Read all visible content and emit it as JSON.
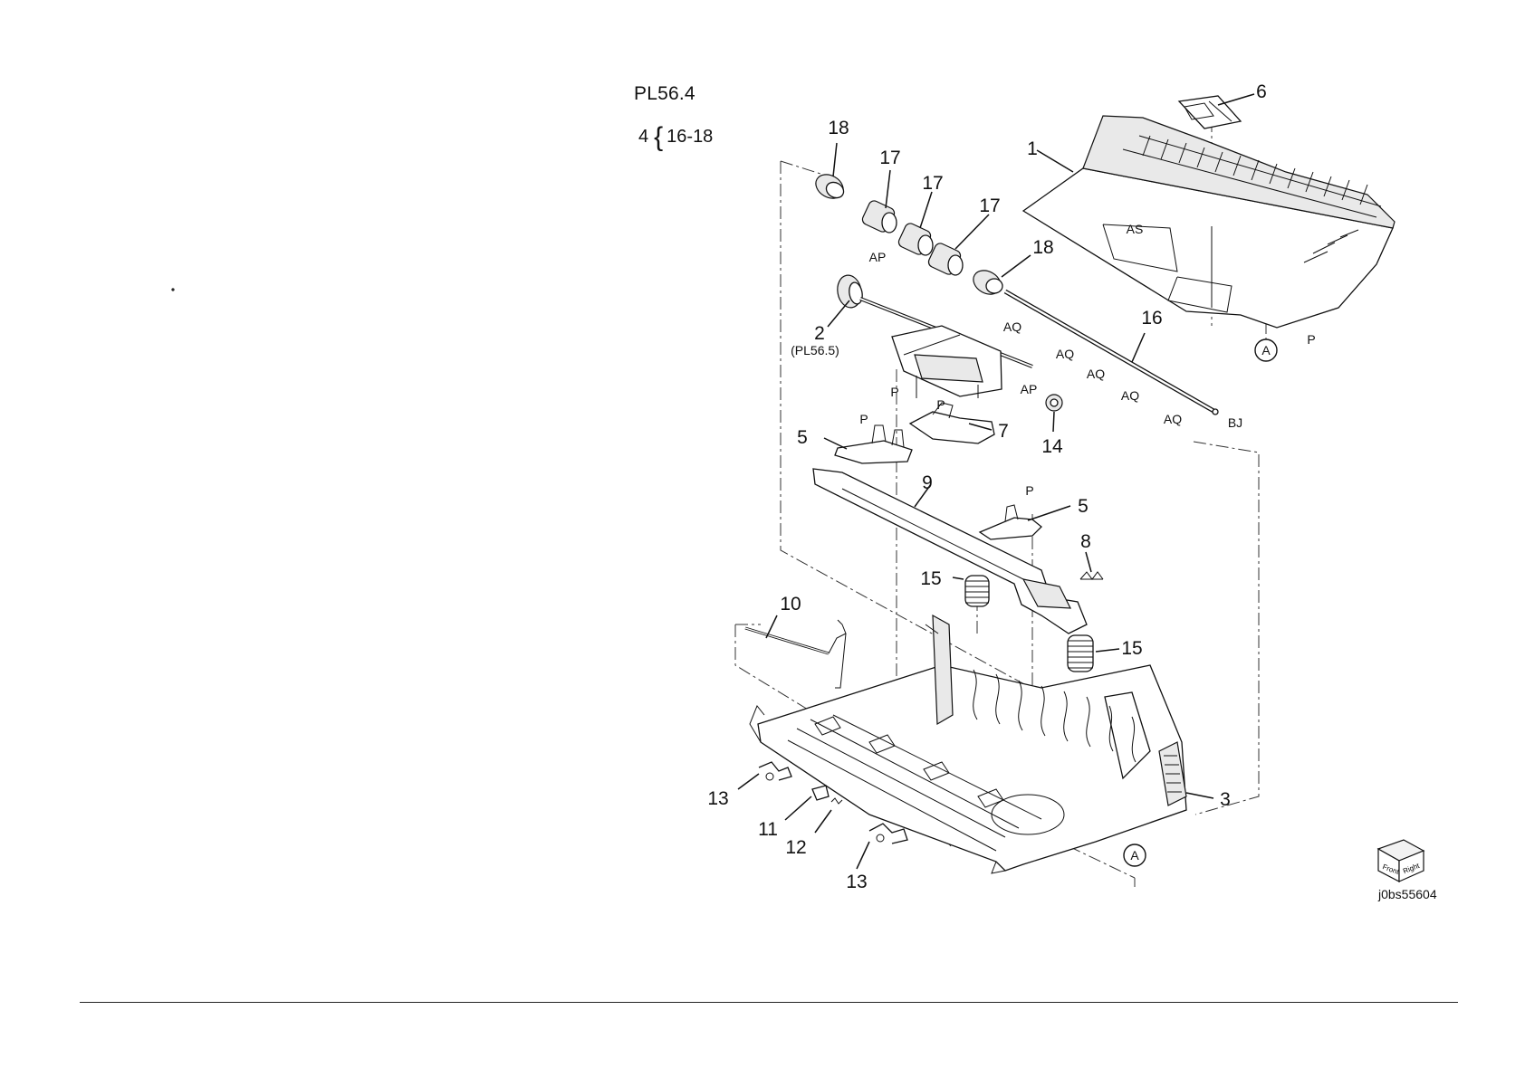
{
  "plate_id": "PL56.4",
  "kit_note": {
    "item": "4",
    "range": "16-18"
  },
  "image_id": "j0bs55604",
  "orientation_icon_labels": [
    "Front",
    "Right"
  ],
  "callouts": {
    "c1": "1",
    "c2": "2",
    "c2_ref": "(PL56.5)",
    "c3": "3",
    "c5a": "5",
    "c5b": "5",
    "c6": "6",
    "c7": "7",
    "c8": "8",
    "c9": "9",
    "c10": "10",
    "c11": "11",
    "c12": "12",
    "c13a": "13",
    "c13b": "13",
    "c14": "14",
    "c15a": "15",
    "c15b": "15",
    "c16": "16",
    "c17a": "17",
    "c17b": "17",
    "c17c": "17",
    "c18a": "18",
    "c18b": "18"
  },
  "reference_marks": {
    "as": "AS",
    "ap1": "AP",
    "ap2": "AP",
    "aq1": "AQ",
    "aq2": "AQ",
    "aq3": "AQ",
    "aq4": "AQ",
    "aq5": "AQ",
    "bj": "BJ",
    "p1": "P",
    "p2": "P",
    "p3": "P",
    "p4": "P",
    "p5": "P",
    "a1": "A",
    "a2": "A"
  }
}
